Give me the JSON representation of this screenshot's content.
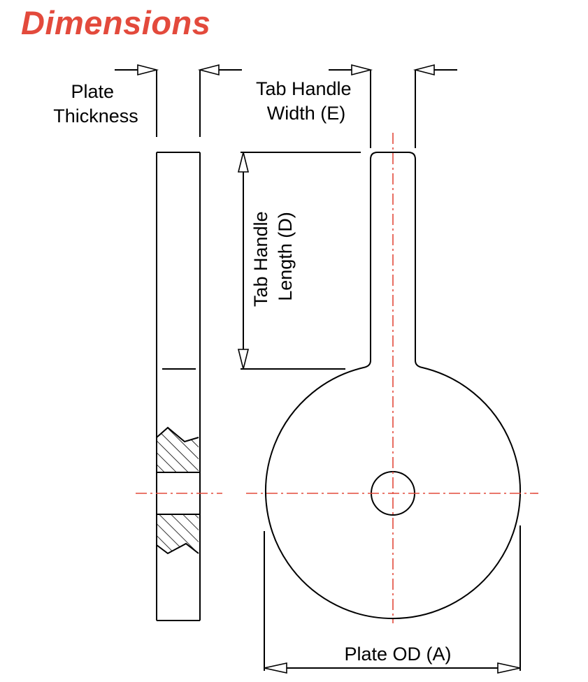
{
  "title": "Dimensions",
  "colors": {
    "title": "#e34a3c",
    "centerline": "#e34a3c",
    "lines": "#000000"
  },
  "labels": {
    "plate_thickness": [
      "Plate",
      "Thickness"
    ],
    "tab_handle_width": [
      "Tab Handle",
      "Width (E)"
    ],
    "tab_handle_length": [
      "Tab Handle",
      "Length (D)"
    ],
    "plate_od": "Plate OD (A)"
  }
}
